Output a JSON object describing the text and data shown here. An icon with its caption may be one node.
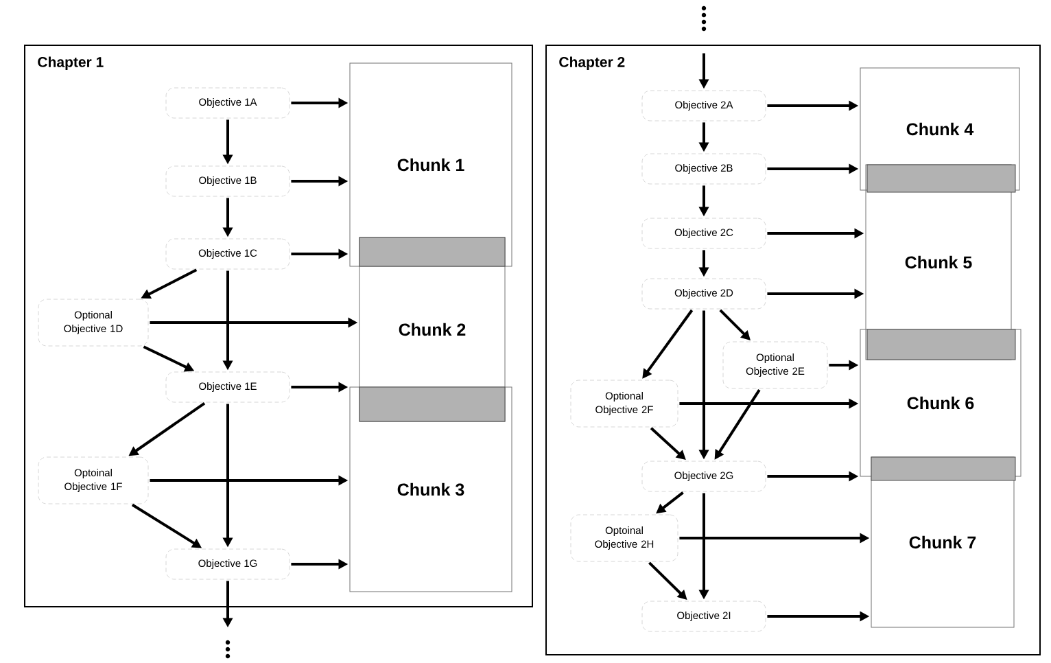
{
  "diagram": {
    "nodes": [
      {
        "text": [
          "Chapter 1"
        ]
      },
      {
        "text": [
          "Objective 1A"
        ],
        "in": 0
      },
      {
        "text": [
          "Objective 1B"
        ],
        "in": 0
      },
      {
        "text": [
          "Objective 1C"
        ],
        "in": 0
      },
      {
        "text": [
          "Optional Objective 1D"
        ],
        "in": 0
      },
      {
        "text": [
          "Objective 1E"
        ],
        "in": 0
      },
      {
        "text": [
          "Optoinal Objective 1F"
        ],
        "in": 0
      },
      {
        "text": [
          "Objective 1G"
        ],
        "in": 0
      },
      {
        "text": [
          "Chunk 1"
        ],
        "in": 0
      },
      {
        "text": [
          "Chunk 2"
        ],
        "in": 0
      },
      {
        "text": [
          "Chunk 3"
        ],
        "in": 0
      },
      {
        "text": [
          "Chapter 2"
        ]
      },
      {
        "text": [
          "Objective 2A"
        ],
        "in": 11
      },
      {
        "text": [
          "Objective 2B"
        ],
        "in": 11
      },
      {
        "text": [
          "Objective 2C"
        ],
        "in": 11
      },
      {
        "text": [
          "Objective 2D"
        ],
        "in": 11
      },
      {
        "text": [
          "Optional Objective 2E"
        ],
        "in": 11
      },
      {
        "text": [
          "Optional Objective 2F"
        ],
        "in": 11
      },
      {
        "text": [
          "Objective 2G"
        ],
        "in": 11
      },
      {
        "text": [
          "Optoinal Objective 2H"
        ],
        "in": 11
      },
      {
        "text": [
          "Objective 2I"
        ],
        "in": 11
      },
      {
        "text": [
          "Chunk 4"
        ],
        "in": 11
      },
      {
        "text": [
          "Chunk 5"
        ],
        "in": 11
      },
      {
        "text": [
          "Chunk 6"
        ],
        "in": 11
      },
      {
        "text": [
          "Chunk 7"
        ],
        "in": 11
      }
    ],
    "edges": [
      {
        "from": 1,
        "to": 8,
        "arrow": "to"
      },
      {
        "from": 1,
        "to": 2,
        "arrow": "to"
      },
      {
        "from": 2,
        "to": 8,
        "arrow": "to"
      },
      {
        "from": 2,
        "to": 3,
        "arrow": "to"
      },
      {
        "from": 3,
        "to": 8,
        "arrow": "to"
      },
      {
        "from": 3,
        "to": 4,
        "arrow": "to"
      },
      {
        "from": 3,
        "to": 5,
        "arrow": "to"
      },
      {
        "from": 4,
        "to": 9,
        "arrow": "to"
      },
      {
        "from": 4,
        "to": 5,
        "arrow": "to"
      },
      {
        "from": 5,
        "to": 10,
        "arrow": "to"
      },
      {
        "from": 5,
        "to": 6,
        "arrow": "to"
      },
      {
        "from": 5,
        "to": 7,
        "arrow": "to"
      },
      {
        "from": 6,
        "to": 10,
        "arrow": "to"
      },
      {
        "from": 6,
        "to": 7,
        "arrow": "to"
      },
      {
        "from": 7,
        "to": 10,
        "arrow": "to"
      },
      {
        "from": 7,
        "to": null,
        "arrow": "to"
      },
      {
        "from": null,
        "to": 12,
        "arrow": "to"
      },
      {
        "from": 12,
        "to": 21,
        "arrow": "to"
      },
      {
        "from": 12,
        "to": 13,
        "arrow": "to"
      },
      {
        "from": 13,
        "to": 21,
        "arrow": "to"
      },
      {
        "from": 13,
        "to": 14,
        "arrow": "to"
      },
      {
        "from": 14,
        "to": 22,
        "arrow": "to"
      },
      {
        "from": 14,
        "to": 15,
        "arrow": "to"
      },
      {
        "from": 15,
        "to": 22,
        "arrow": "to"
      },
      {
        "from": 15,
        "to": 17,
        "arrow": "to"
      },
      {
        "from": 15,
        "to": 18,
        "arrow": "to"
      },
      {
        "from": 15,
        "to": 16,
        "arrow": "to"
      },
      {
        "from": 16,
        "to": 23,
        "arrow": "to"
      },
      {
        "from": 16,
        "to": 18,
        "arrow": "to"
      },
      {
        "from": 17,
        "to": 23,
        "arrow": "to"
      },
      {
        "from": 17,
        "to": 18,
        "arrow": "to"
      },
      {
        "from": 18,
        "to": 23,
        "arrow": "to"
      },
      {
        "from": 18,
        "to": 19,
        "arrow": "to"
      },
      {
        "from": 18,
        "to": 20,
        "arrow": "to"
      },
      {
        "from": 19,
        "to": 24,
        "arrow": "to"
      },
      {
        "from": 19,
        "to": 20,
        "arrow": "to"
      },
      {
        "from": 20,
        "to": 24,
        "arrow": "to"
      }
    ]
  }
}
